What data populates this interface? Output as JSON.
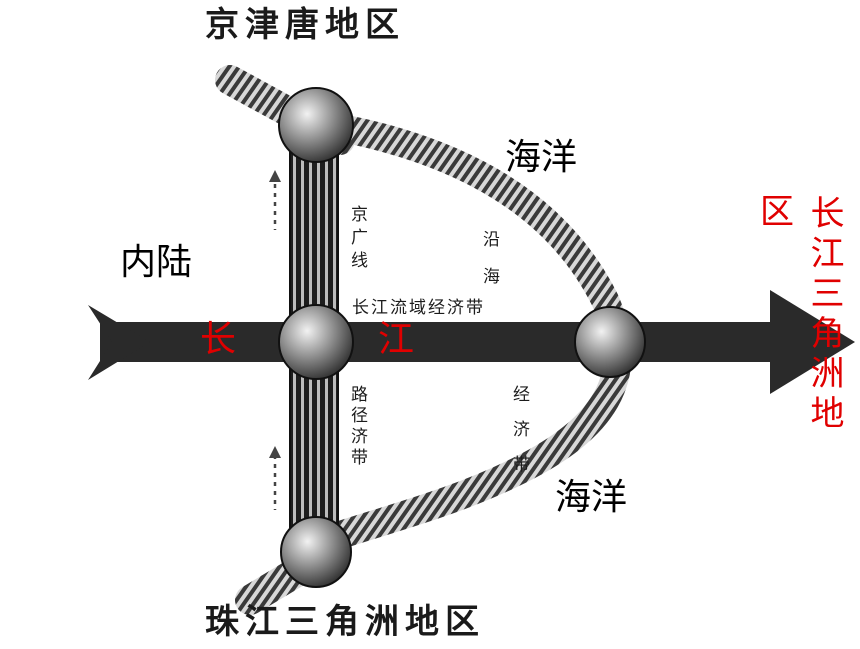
{
  "labels": {
    "top_region": "京津唐地区",
    "bottom_region": "珠江三角洲地区",
    "ocean_top": "海洋",
    "ocean_bottom": "海洋",
    "inland": "内陆",
    "river_left": "长",
    "river_right": "江",
    "belt_horizontal": "长江流域经济带",
    "rail_jingguang": "京广线",
    "coastal_top": "沿海",
    "coastal_bottom": "经济带",
    "road_vertical": "路径济带",
    "delta_char_1": "区",
    "delta_chars_2": "长江三角洲地"
  },
  "colors": {
    "red_label": "#e00000",
    "arrow": "#2a2a2a",
    "node": "#7a7a7a"
  }
}
